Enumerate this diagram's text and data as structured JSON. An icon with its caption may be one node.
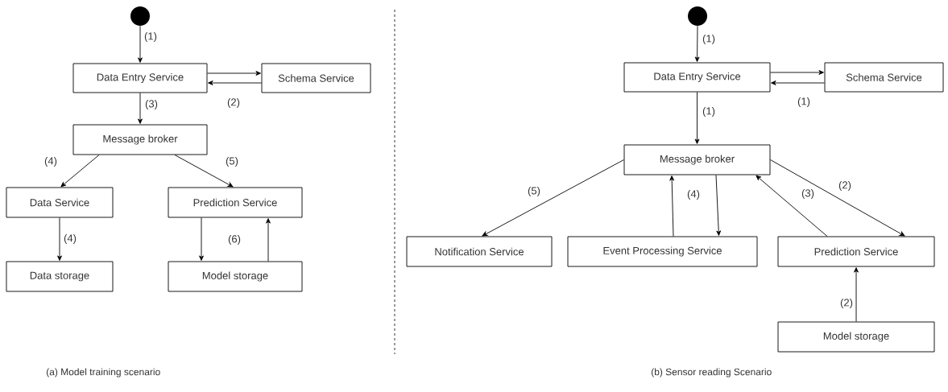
{
  "diagram": {
    "nodes": [
      {
        "text": [],
        "shape": "circle"
      },
      {
        "text": [
          "Data Entry Service"
        ]
      },
      {
        "text": [
          "Schema Service"
        ]
      },
      {
        "text": [
          "Message broker"
        ]
      },
      {
        "text": [
          "Data Service"
        ]
      },
      {
        "text": [
          "Prediction Service"
        ]
      },
      {
        "text": [
          "Data storage"
        ]
      },
      {
        "text": [
          "Model storage"
        ]
      },
      {
        "text": [],
        "shape": "circle"
      },
      {
        "text": [
          "Data Entry Service"
        ]
      },
      {
        "text": [
          "Schema Service"
        ]
      },
      {
        "text": [
          "Message broker"
        ]
      },
      {
        "text": [
          "Notification Service"
        ]
      },
      {
        "text": [
          "Event Processing Service"
        ]
      },
      {
        "text": [
          "Prediction Service"
        ]
      },
      {
        "text": [
          "Model storage"
        ]
      }
    ],
    "edges": [
      {
        "from": 0,
        "to": 1,
        "arrow": "to",
        "label": "(1)"
      },
      {
        "from": 1,
        "to": 2,
        "arrow": "to"
      },
      {
        "from": 2,
        "to": 1,
        "arrow": "to",
        "label": "(2)"
      },
      {
        "from": 1,
        "to": 3,
        "arrow": "to",
        "label": "(3)"
      },
      {
        "from": 3,
        "to": 4,
        "arrow": "to",
        "label": "(4)"
      },
      {
        "from": 3,
        "to": 5,
        "arrow": "to",
        "label": "(5)"
      },
      {
        "from": 4,
        "to": 6,
        "arrow": "to",
        "label": "(4)"
      },
      {
        "from": 5,
        "to": 7,
        "arrow": "to"
      },
      {
        "from": 7,
        "to": 5,
        "arrow": "to",
        "label": "(6)"
      },
      {
        "from": 8,
        "to": 9,
        "arrow": "to",
        "label": "(1)"
      },
      {
        "from": 9,
        "to": 10,
        "arrow": "to"
      },
      {
        "from": 10,
        "to": 9,
        "arrow": "to",
        "label": "(1)"
      },
      {
        "from": 9,
        "to": 11,
        "arrow": "to",
        "label": "(1)"
      },
      {
        "from": 11,
        "to": 12,
        "arrow": "to",
        "label": "(5)"
      },
      {
        "from": 13,
        "to": 11,
        "arrow": "to",
        "label": "(4)"
      },
      {
        "from": 11,
        "to": 13,
        "arrow": "to"
      },
      {
        "from": 14,
        "to": 11,
        "arrow": "to",
        "label": "(3)"
      },
      {
        "from": 11,
        "to": 14,
        "arrow": "to",
        "label": "(2)"
      },
      {
        "from": 15,
        "to": 14,
        "arrow": "to",
        "label": "(2)"
      }
    ],
    "labels": [
      "(a) Model training scenario",
      "(b) Sensor reading Scenario"
    ]
  }
}
